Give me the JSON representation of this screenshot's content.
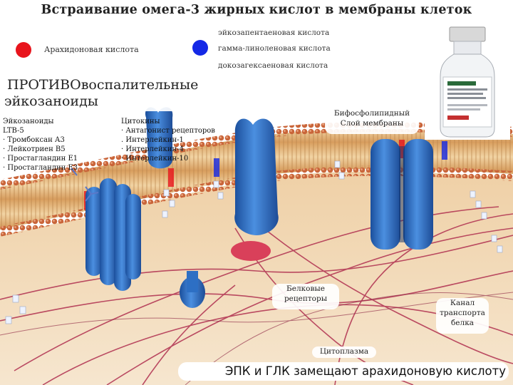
{
  "title": "Встраивание омега-3 жирных кислот в мембраны клеток",
  "legend": {
    "red": {
      "color": "#e8141c",
      "label": "Арахидоновая кислота"
    },
    "blue": {
      "color": "#1428e6",
      "labels": [
        "эйкозапентаеновая кислота",
        "гамма-линоленовая кислота",
        "докозагексаеновая кислота"
      ]
    }
  },
  "heading": [
    "ПРОТИВОвоспалительные",
    "эйкозаноиды"
  ],
  "eicosanoids": [
    "Эйкозаноиды",
    "LTB-5",
    "· Тромбоксан А3",
    "· Лейкотриен В5",
    "· Простагландин Е1",
    "· Простагландин Е3"
  ],
  "cytokines": [
    "Цитокины",
    "· Антагонист рецепторов",
    ". Интерлейкин-1",
    "· Интерлейкин-4",
    "· Интерлейкин-10"
  ],
  "labels": {
    "bilayer": [
      "Бифосфолипидный",
      "Слой мембраны"
    ],
    "receptors": [
      "Белковые",
      "рецепторы"
    ],
    "channel": [
      "Канал",
      "транспорта",
      "белка"
    ],
    "cytoplasm": "Цитоплазма"
  },
  "bottom_caption": "ЭПК и ГЛК замещают арахидоновую кислоту",
  "colors": {
    "membrane_heads": "#c9653a",
    "tails": "#e0b27a",
    "protein": "#2d6fc4",
    "cytoskeleton": "#b03050",
    "cytoplasm": "#e8c49a"
  }
}
